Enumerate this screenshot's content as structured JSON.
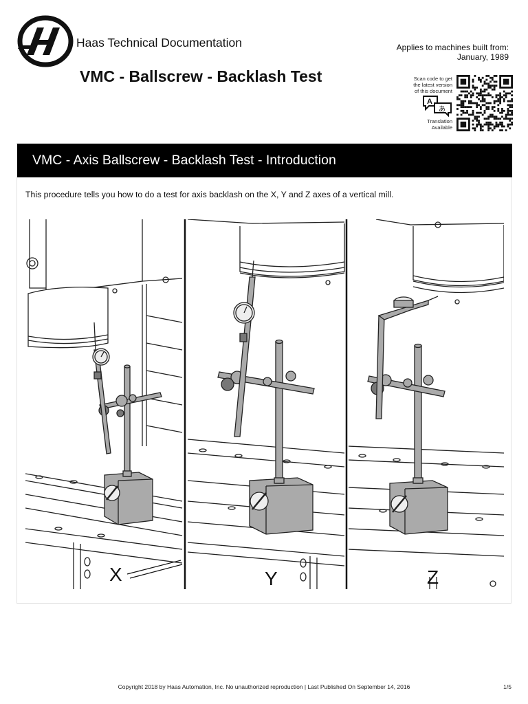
{
  "header": {
    "brand_name": "Haas Technical Documentation",
    "document_title": "VMC - Ballscrew - Backlash Test"
  },
  "applies": {
    "line1": "Applies to machines built from:",
    "line2": "January, 1989"
  },
  "qr": {
    "scan_line1": "Scan code to get",
    "scan_line2": "the latest version",
    "scan_line3": "of this document",
    "translation_line1": "Translation",
    "translation_line2": "Available",
    "translate_icon_glyph_a": "A",
    "translate_icon_glyph_b": "あ"
  },
  "section": {
    "title": "VMC - Axis Ballscrew - Backlash Test - Introduction",
    "intro_text": "This procedure tells you how to do a test for axis backlash on the X, Y and Z axes of a vertical mill."
  },
  "figure": {
    "panel_labels": [
      "X",
      "Y",
      "Z"
    ]
  },
  "footer": {
    "copyright": "Copyright 2018 by Haas Automation, Inc. No unauthorized reproduction | Last Published On September 14, 2016",
    "page": "1/5"
  },
  "colors": {
    "section_bar": "#000000",
    "section_text": "#ffffff",
    "line_art": "#222222",
    "metal_fill": "#aaaaaa"
  }
}
